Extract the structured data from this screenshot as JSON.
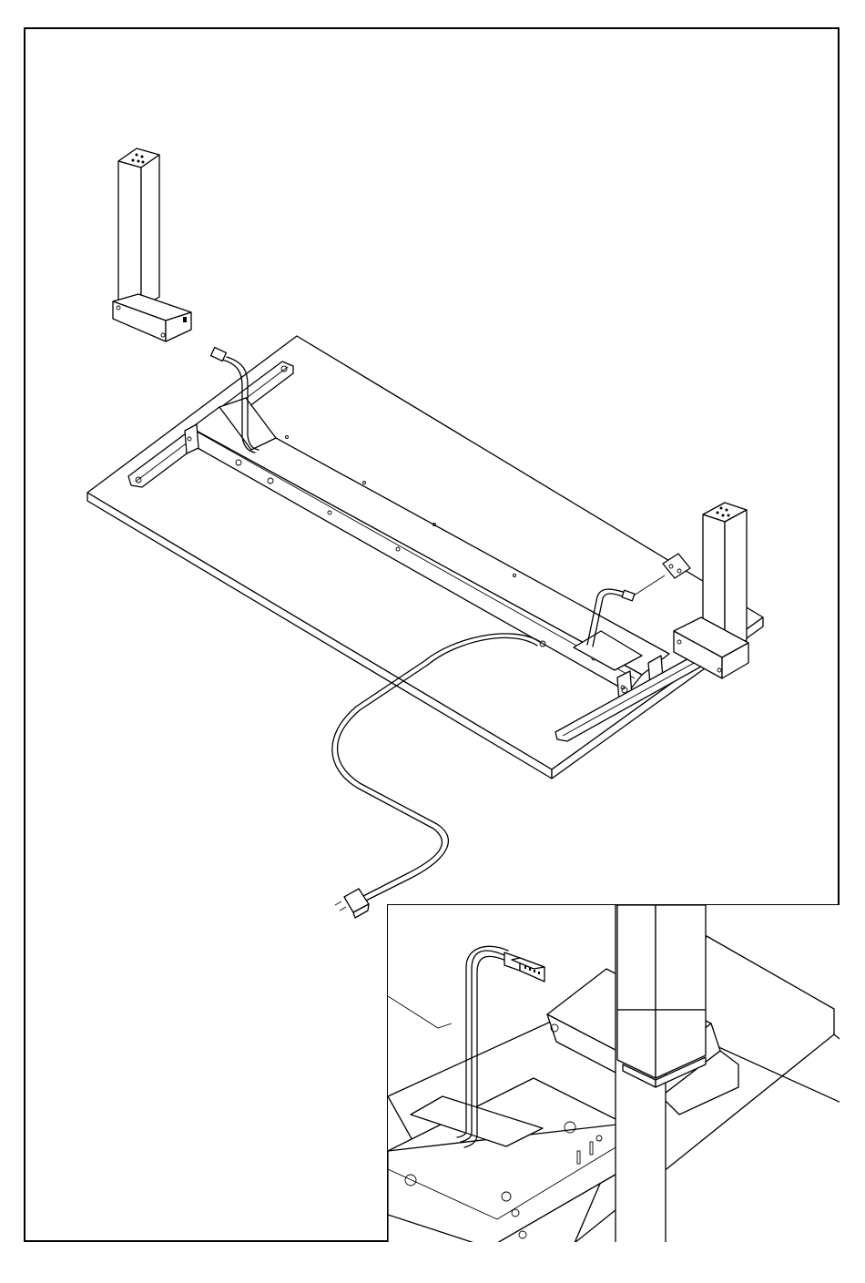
{
  "figure": {
    "kind": "assembly-illustration",
    "colors": {
      "line": "#000000",
      "background": "#ffffff"
    },
    "parts": [
      "desk-leg-column-left",
      "desk-leg-column-right",
      "desktop-panel",
      "frame-crossbar",
      "foot-bracket-left",
      "foot-bracket-right",
      "motor-cable-left",
      "motor-cable-right",
      "control-box",
      "power-cable",
      "power-plug"
    ],
    "detail_view": "cable-connection-at-leg"
  }
}
